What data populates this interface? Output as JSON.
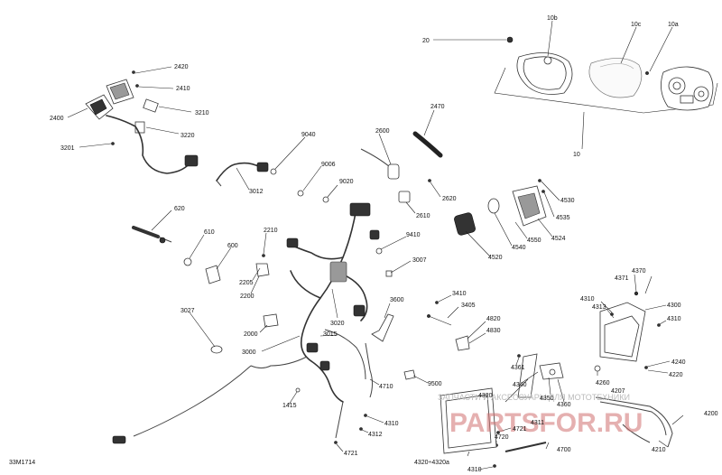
{
  "diagram": {
    "labels": {
      "l20": "20",
      "l10b": "10b",
      "l10c": "10c",
      "l10a": "10a",
      "l10": "10",
      "l2420": "2420",
      "l2410": "2410",
      "l3210": "3210",
      "l2400": "2400",
      "l3220": "3220",
      "l3201": "3201",
      "l2470": "2470",
      "l2600": "2600",
      "l9040": "9040",
      "l9006": "9006",
      "l9020": "9020",
      "l3012": "3012",
      "l2620": "2620",
      "l2610": "2610",
      "l4530": "4530",
      "l4535": "4535",
      "l4524": "4524",
      "l4550": "4550",
      "l4540": "4540",
      "l4520": "4520",
      "l620": "620",
      "l610": "610",
      "l600": "600",
      "l2210": "2210",
      "l2205": "2205",
      "l2200": "2200",
      "l9410": "9410",
      "l3007": "3007",
      "l3027": "3027",
      "l2000": "2000",
      "l3000": "3000",
      "l3015": "3015",
      "l3020": "3020",
      "l3600": "3600",
      "l3410": "3410",
      "l3405": "3405",
      "l4820": "4820",
      "l4830": "4830",
      "l4370": "4370",
      "l4371": "4371",
      "l4310a": "4310",
      "l4313": "4313",
      "l4300": "4300",
      "l4310b": "4310",
      "l4361": "4361",
      "l4340": "4340",
      "l4350": "4350",
      "l4360": "4360",
      "l4260": "4260",
      "l4207": "4207",
      "l4240": "4240",
      "l4220": "4220",
      "l4200": "4200",
      "l4210": "4210",
      "l4700": "4700",
      "l4720": "4720",
      "l4721a": "4721",
      "l4721b": "4721",
      "l4311": "4311",
      "l4320b": "4320",
      "l4320": "4320÷4320a",
      "l4310c": "4310",
      "l4312": "4312",
      "l4310d": "4310",
      "l4710": "4710",
      "l9500": "9500",
      "l1415": "1415"
    },
    "watermark": {
      "tagline": "ЗАПЧАСТИ И АКСЕССУАРЫ ДЛЯ МОТОТЕХНИКИ",
      "brand": "PARTSFOR.RU"
    },
    "drawing_code": "33M1714"
  }
}
